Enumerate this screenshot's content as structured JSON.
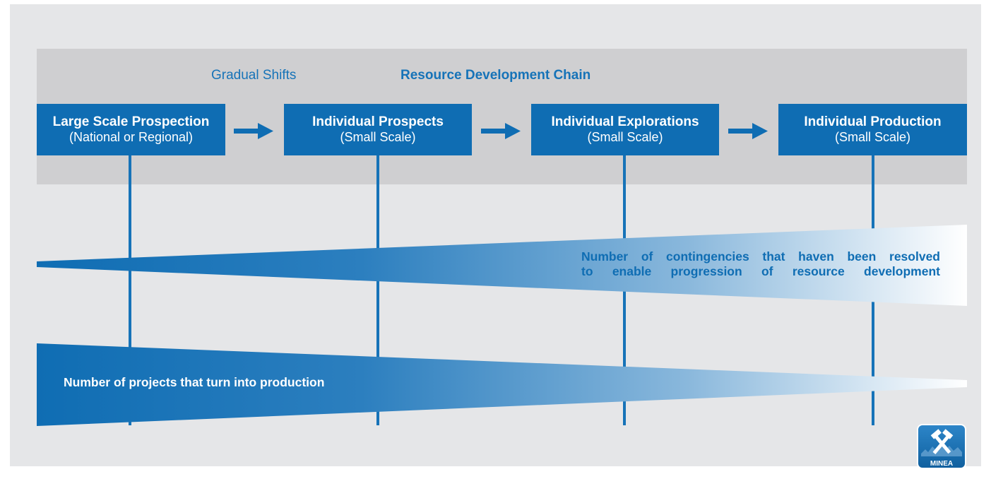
{
  "header": {
    "gradual_shifts": "Gradual Shifts",
    "chain_title": "Resource Development Chain"
  },
  "stages": [
    {
      "title": "Large Scale Prospection",
      "subtitle": "(National or Regional)"
    },
    {
      "title": "Individual Prospects",
      "subtitle": "(Small Scale)"
    },
    {
      "title": "Individual Explorations",
      "subtitle": "(Small Scale)"
    },
    {
      "title": "Individual Production",
      "subtitle": "(Small Scale)"
    }
  ],
  "wedges": {
    "contingencies_line1": "Number of contingencies that haven been resolved",
    "contingencies_line2": "to enable progression of resource development",
    "projects": "Number of projects that turn into production"
  },
  "logo": {
    "text": "MINEA",
    "icon": "crossed-hammers-icon"
  },
  "colors": {
    "primary": "#0f6db3",
    "accent": "#1673b8",
    "band": "#cfcfd1",
    "panel": "#e5e6e8"
  }
}
